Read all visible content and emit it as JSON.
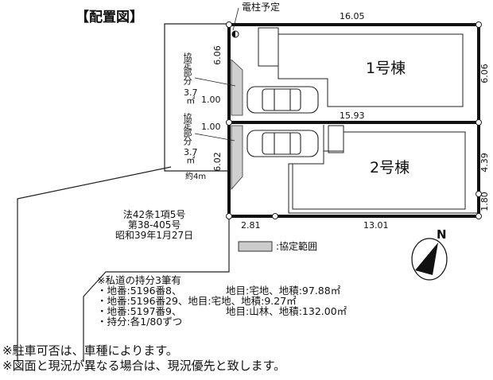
{
  "title": "【配置図】",
  "utility_pole": "電柱予定",
  "dimensions": {
    "top": "16.05",
    "middle": "15.93",
    "bottom_left": "2.81",
    "bottom_right": "13.01",
    "right_upper": "6.06",
    "right_mid": "4.39",
    "right_lower": "1.80",
    "left_upper": "6.06",
    "left_lower": "6.02",
    "setback_upper": "1.00",
    "setback_lower": "1.00",
    "road_width": "約4m"
  },
  "buildings": [
    "1号棟",
    "2号棟"
  ],
  "agreement_areas": [
    {
      "label": "協定部分",
      "area": "3.7",
      "unit": "㎡"
    },
    {
      "label": "協定部分",
      "area": "3.7",
      "unit": "㎡"
    }
  ],
  "road_designation": [
    "法42条1項5号",
    "第38-405号",
    "昭和39年1月27日"
  ],
  "legend": {
    "label": ":協定範囲",
    "color": "#cccccc"
  },
  "compass": "N",
  "private_road_notes": [
    "※私道の持分3筆有",
    "・地番:5196番8、",
    "地目:宅地、地積:97.88㎡",
    "・地番:5196番29、地目:宅地、地積:9.27㎡",
    "・地番:5197番9、",
    "地目:山林、地積:132.00㎡",
    "・持分:各1/80ずつ"
  ],
  "footnotes": [
    "※駐車可否は、車種によります。",
    "※図面と現況が異なる場合は、現況優先と致します。"
  ]
}
